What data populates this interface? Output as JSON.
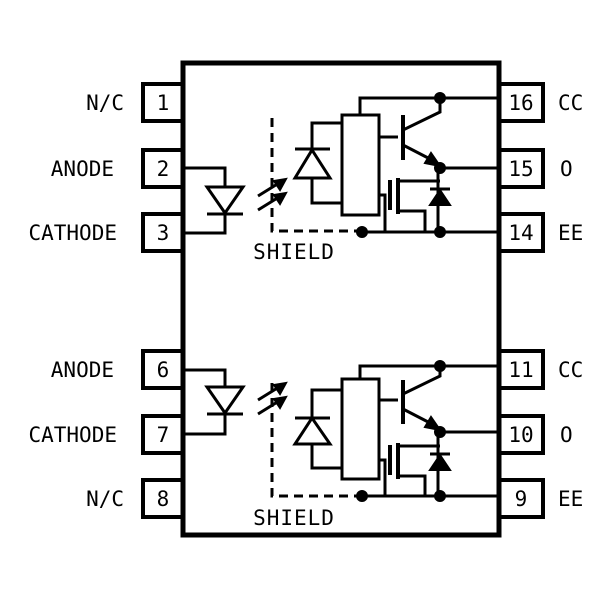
{
  "pins_left": [
    {
      "number": "1",
      "label": "N/C"
    },
    {
      "number": "2",
      "label": "ANODE"
    },
    {
      "number": "3",
      "label": "CATHODE"
    },
    {
      "number": "6",
      "label": "ANODE"
    },
    {
      "number": "7",
      "label": "CATHODE"
    },
    {
      "number": "8",
      "label": "N/C"
    }
  ],
  "pins_right": [
    {
      "number": "16",
      "label": "CC"
    },
    {
      "number": "15",
      "label": "O"
    },
    {
      "number": "14",
      "label": "EE"
    },
    {
      "number": "11",
      "label": "CC"
    },
    {
      "number": "10",
      "label": "O"
    },
    {
      "number": "9",
      "label": "EE"
    }
  ],
  "channels": [
    {
      "shield_label": "SHIELD"
    },
    {
      "shield_label": "SHIELD"
    }
  ]
}
